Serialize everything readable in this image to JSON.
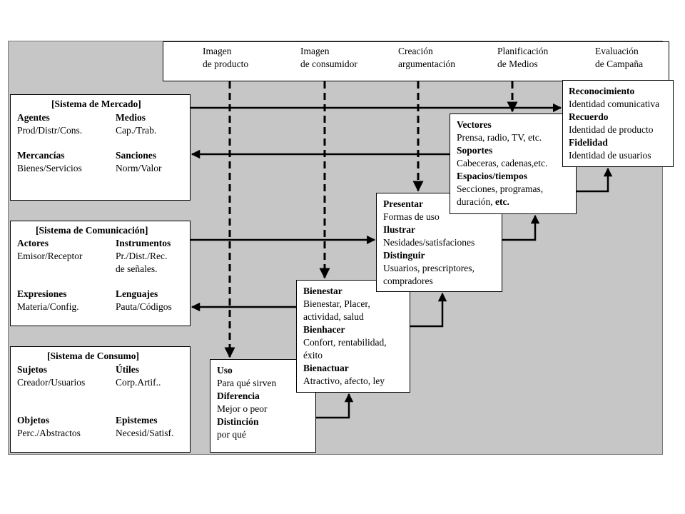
{
  "header": {
    "col1": [
      "Imagen",
      "de producto"
    ],
    "col2": [
      "Imagen",
      "de consumidor"
    ],
    "col3": [
      "Creación",
      "argumentación"
    ],
    "col4": [
      "Planificación",
      "de Medios"
    ],
    "col5": [
      "Evaluación",
      "de Campaña"
    ]
  },
  "mercado": {
    "title": "[Sistema de Mercado]",
    "agentes": "Agentes",
    "agentes_v": "Prod/Distr/Cons.",
    "medios": "Medios",
    "medios_v": "Cap./Trab.",
    "mercancias": "Mercancías",
    "mercancias_v": "Bienes/Servicios",
    "sanciones": "Sanciones",
    "sanciones_v": "Norm/Valor"
  },
  "comunicacion": {
    "title": "[Sistema de Comunicación]",
    "actores": "Actores",
    "actores_v": "Emisor/Receptor",
    "instrumentos": "Instrumentos",
    "instrumentos_v1": "Pr./Dist./Rec.",
    "instrumentos_v2": "de señales.",
    "expresiones": "Expresiones",
    "expresiones_v": "Materia/Config.",
    "lenguajes": "Lenguajes",
    "lenguajes_v": "Pauta/Códigos"
  },
  "consumo": {
    "title": "[Sistema de Consumo]",
    "sujetos": "Sujetos",
    "sujetos_v": "Creador/Usuarios",
    "utiles": "Útiles",
    "utiles_v": "Corp.Artif..",
    "objetos": "Objetos",
    "objetos_v": "Perc./Abstractos",
    "epistemes": "Epistemes",
    "epistemes_v": "Necesid/Satisf."
  },
  "uso": {
    "l1": "Uso",
    "l2": "Para qué sirven",
    "l3": "Diferencia",
    "l4": "Mejor o peor",
    "l5": "Distinción",
    "l6": "por qué"
  },
  "bienestar": {
    "l1": "Bienestar",
    "l2": "Bienestar, Placer,",
    "l3": "actividad, salud",
    "l4": "Bienhacer",
    "l5": "Confort, rentabilidad,",
    "l6": "éxito",
    "l7": "Bienactuar",
    "l8": "Atractivo, afecto, ley"
  },
  "presentar": {
    "l1": "Presentar",
    "l2": "Formas de uso",
    "l3": "Ilustrar",
    "l4": "Nesidades/satisfaciones",
    "l5": "Distinguir",
    "l6": "Usuarios, prescriptores,",
    "l7": "compradores"
  },
  "vectores": {
    "l1": "Vectores",
    "l2": "Prensa, radio, TV, etc.",
    "l3": "Soportes",
    "l4": "Cabeceras, cadenas,etc.",
    "l5": "Espacios/tiempos",
    "l6": "Secciones, programas,",
    "l7a": "duración, ",
    "l7b": "etc."
  },
  "reconocimiento": {
    "l1": "Reconocimiento",
    "l2": "Identidad comunicativa",
    "l3": "Recuerdo",
    "l4": "Identidad de producto",
    "l5": "Fidelidad",
    "l6": "Identidad de usuarios"
  }
}
